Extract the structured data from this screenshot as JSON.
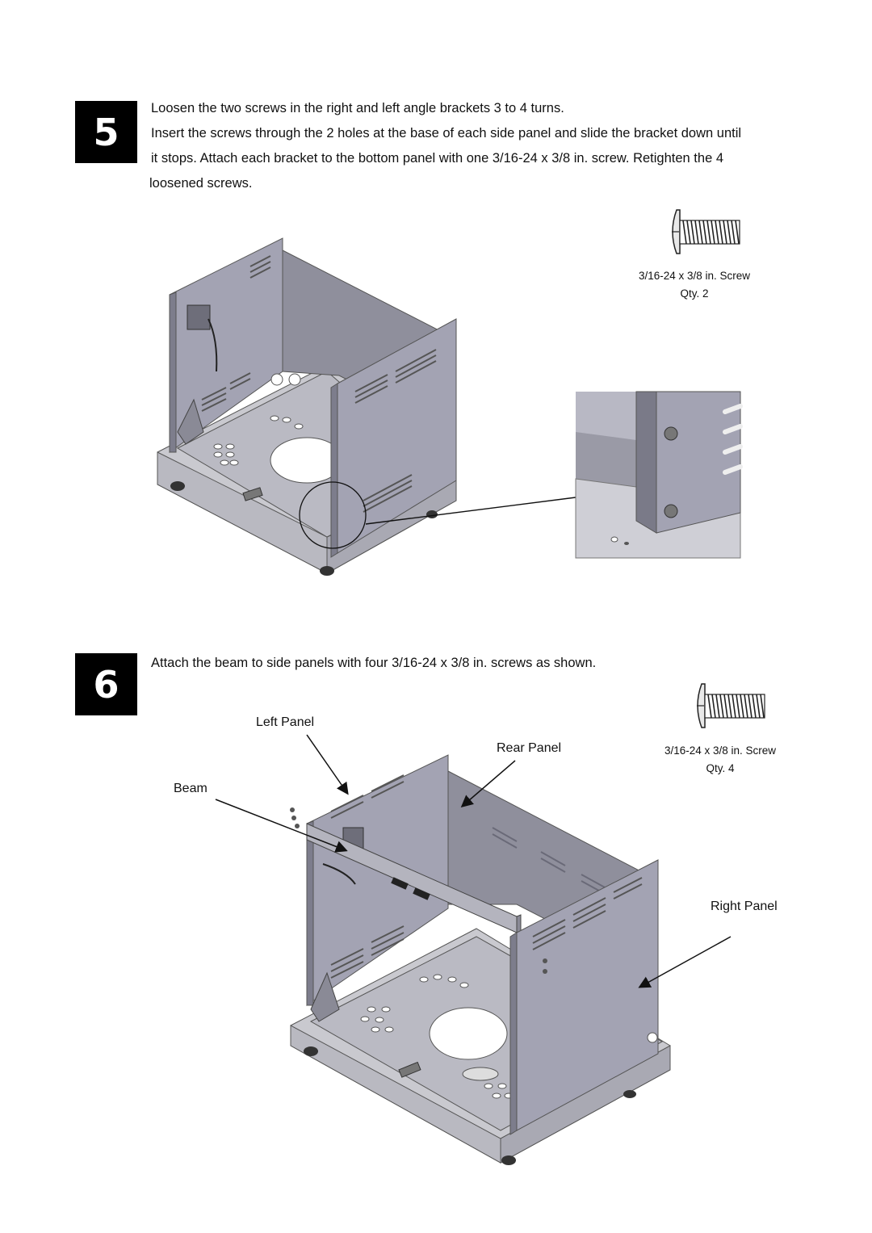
{
  "step5": {
    "number": "5",
    "lines": [
      "Loosen the two screws in the right and left angle brackets 3 to 4 turns.",
      "Insert the screws through the 2 holes at the base of each side panel and slide the bracket down until",
      "it stops. Attach each bracket to the bottom panel with one 3/16-24 x 3/8 in. screw. Retighten the 4",
      "loosened screws."
    ],
    "screw": {
      "spec": "3/16-24 x 3/8 in. Screw",
      "qty": "Qty. 2"
    }
  },
  "step6": {
    "number": "6",
    "instruction": "Attach the beam to side panels with four 3/16-24 x 3/8 in. screws as shown.",
    "screw": {
      "spec": "3/16-24 x 3/8 in. Screw",
      "qty": "Qty. 4"
    },
    "labels": {
      "left_panel": "Left Panel",
      "rear_panel": "Rear Panel",
      "beam": "Beam",
      "right_panel": "Right Panel"
    }
  },
  "icons": [
    "screw-icon",
    "cart-frame-illustration",
    "bracket-detail-illustration",
    "arrow-icon"
  ],
  "colors": {
    "panel": "#a3a3b3",
    "panel_dark": "#7d7d8c",
    "base": "#c9c9cf",
    "badge": "#000000"
  }
}
